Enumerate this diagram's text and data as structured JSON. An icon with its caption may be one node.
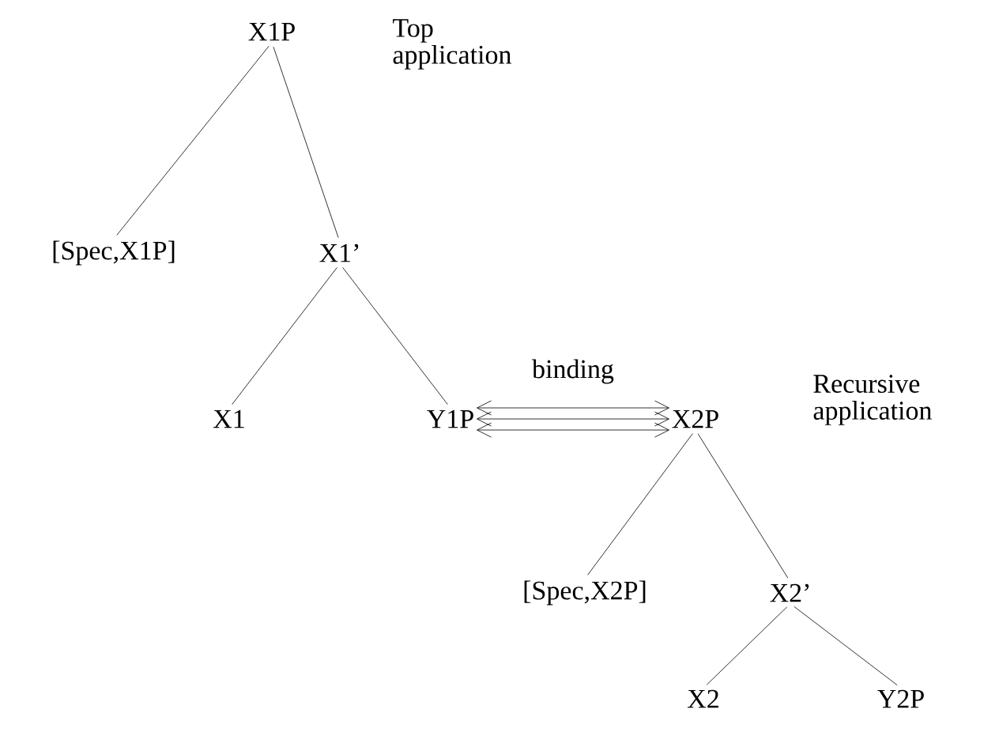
{
  "diagram": {
    "nodes": [
      {
        "text": [
          "X1P"
        ],
        "beside": [
          "Top application"
        ]
      },
      {
        "text": [
          "[Spec,X1P]"
        ]
      },
      {
        "text": [
          "X1’"
        ]
      },
      {
        "text": [
          "X1"
        ]
      },
      {
        "text": [
          "Y1P"
        ]
      },
      {
        "text": [
          "X2P"
        ],
        "beside": [
          "Recursive application"
        ]
      },
      {
        "text": [
          "[Spec,X2P]"
        ]
      },
      {
        "text": [
          "X2’"
        ]
      },
      {
        "text": [
          "X2"
        ]
      },
      {
        "text": [
          "Y2P"
        ]
      }
    ],
    "edges": [
      {
        "from": 0,
        "to": 1,
        "arrow": "none"
      },
      {
        "from": 0,
        "to": 2,
        "arrow": "none"
      },
      {
        "from": 2,
        "to": 3,
        "arrow": "none"
      },
      {
        "from": 2,
        "to": 4,
        "arrow": "none"
      },
      {
        "from": 4,
        "to": 5,
        "arrow": "both",
        "label": "binding"
      },
      {
        "from": 5,
        "to": 6,
        "arrow": "none"
      },
      {
        "from": 5,
        "to": 7,
        "arrow": "none"
      },
      {
        "from": 7,
        "to": 8,
        "arrow": "none"
      },
      {
        "from": 7,
        "to": 9,
        "arrow": "none"
      }
    ]
  }
}
